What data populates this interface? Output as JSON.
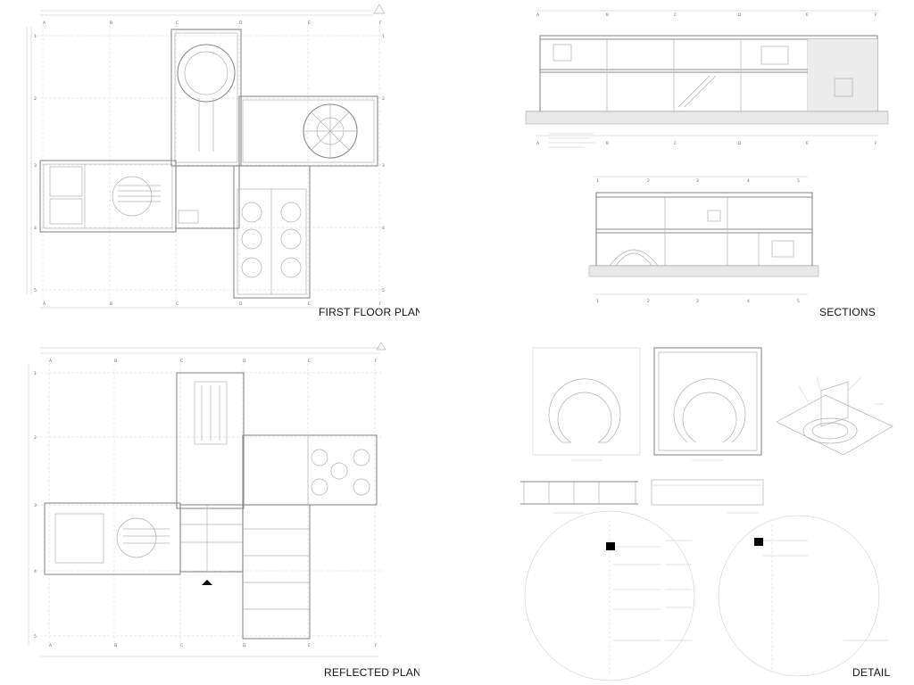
{
  "sheet": {
    "first_floor_plan": {
      "caption": "FIRST FLOOR PLAN"
    },
    "sections": {
      "caption": "SECTIONS"
    },
    "reflected_plan": {
      "caption": "REFLECTED PLAN"
    },
    "detail": {
      "caption": "DETAIL"
    }
  },
  "grid": {
    "columns": [
      "A",
      "B",
      "C",
      "D",
      "E",
      "F"
    ],
    "rows": [
      "1",
      "2",
      "3",
      "4",
      "5"
    ]
  },
  "colors": {
    "background": "#ffffff",
    "linework": "#8a8a8a",
    "fine_lines": "#c4c4c4",
    "caption_text": "#111111",
    "marker_fill": "#000000"
  }
}
